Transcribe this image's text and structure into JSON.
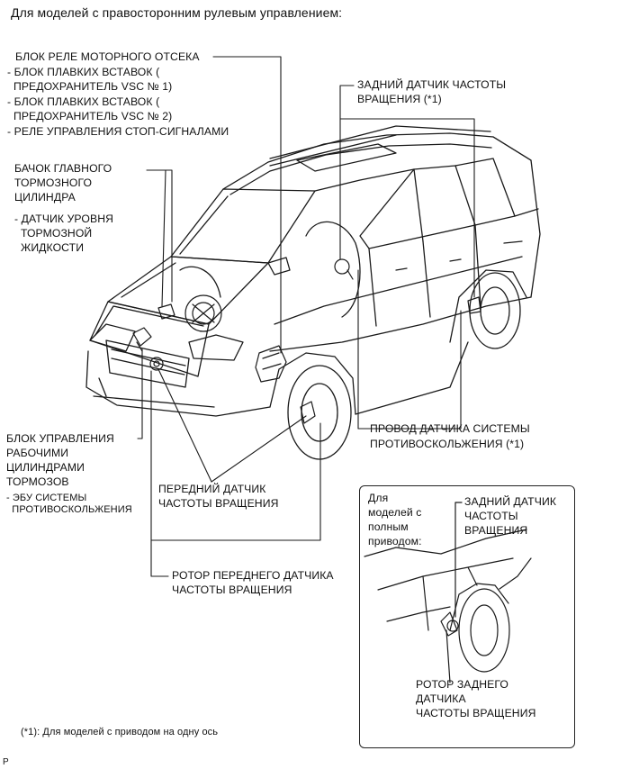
{
  "title": "Для моделей с правосторонним рулевым управлением:",
  "relay_block": {
    "heading": "БЛОК РЕЛЕ МОТОРНОГО ОТСЕКА",
    "item1_line1": "- БЛОК ПЛАВКИХ ВСТАВОК (",
    "item1_line2": "  ПРЕДОХРАНИТЕЛЬ VSC № 1)",
    "item2_line1": "- БЛОК ПЛАВКИХ ВСТАВОК (",
    "item2_line2": "  ПРЕДОХРАНИТЕЛЬ VSC № 2)",
    "item3": "- РЕЛЕ УПРАВЛЕНИЯ СТОП-СИГНАЛАМИ"
  },
  "reservoir": {
    "line1": "БАЧОК ГЛАВНОГО",
    "line2": "ТОРМОЗНОГО",
    "line3": "ЦИЛИНДРА",
    "sub1": "- ДАТЧИК УРОВНЯ",
    "sub2": "  ТОРМОЗНОЙ",
    "sub3": "  ЖИДКОСТИ"
  },
  "rear_sensor": {
    "line1": "ЗАДНИЙ ДАТЧИК ЧАСТОТЫ",
    "line2": "ВРАЩЕНИЯ (*1)"
  },
  "skid_wire": {
    "line1": "ПРОВОД ДАТЧИКА СИСТЕМЫ",
    "line2": "ПРОТИВОСКОЛЬЖЕНИЯ (*1)"
  },
  "actuator": {
    "line1": "БЛОК УПРАВЛЕНИЯ",
    "line2": "РАБОЧИМИ",
    "line3": "ЦИЛИНДРАМИ",
    "line4": "ТОРМОЗОВ",
    "sub": "- ЭБУ СИСТЕМЫ",
    "sub2": "  ПРОТИВОСКОЛЬЖЕНИЯ"
  },
  "front_sensor": {
    "line1": "ПЕРЕДНИЙ ДАТЧИК",
    "line2": "ЧАСТОТЫ ВРАЩЕНИЯ"
  },
  "front_rotor": {
    "line1": "РОТОР ПЕРЕДНЕГО ДАТЧИКА",
    "line2": "ЧАСТОТЫ ВРАЩЕНИЯ"
  },
  "inset": {
    "cond1": "Для",
    "cond2": "моделей с",
    "cond3": "полным",
    "cond4": "приводом:",
    "rear_sensor1": "ЗАДНИЙ ДАТЧИК",
    "rear_sensor2": "ЧАСТОТЫ",
    "rear_sensor3": "ВРАЩЕНИЯ",
    "rotor1": "РОТОР ЗАДНЕГО",
    "rotor2": "ДАТЧИКА",
    "rotor3": "ЧАСТОТЫ ВРАЩЕНИЯ"
  },
  "footnote": "(*1): Для моделей с приводом на одну ось",
  "corner_mark": "P"
}
